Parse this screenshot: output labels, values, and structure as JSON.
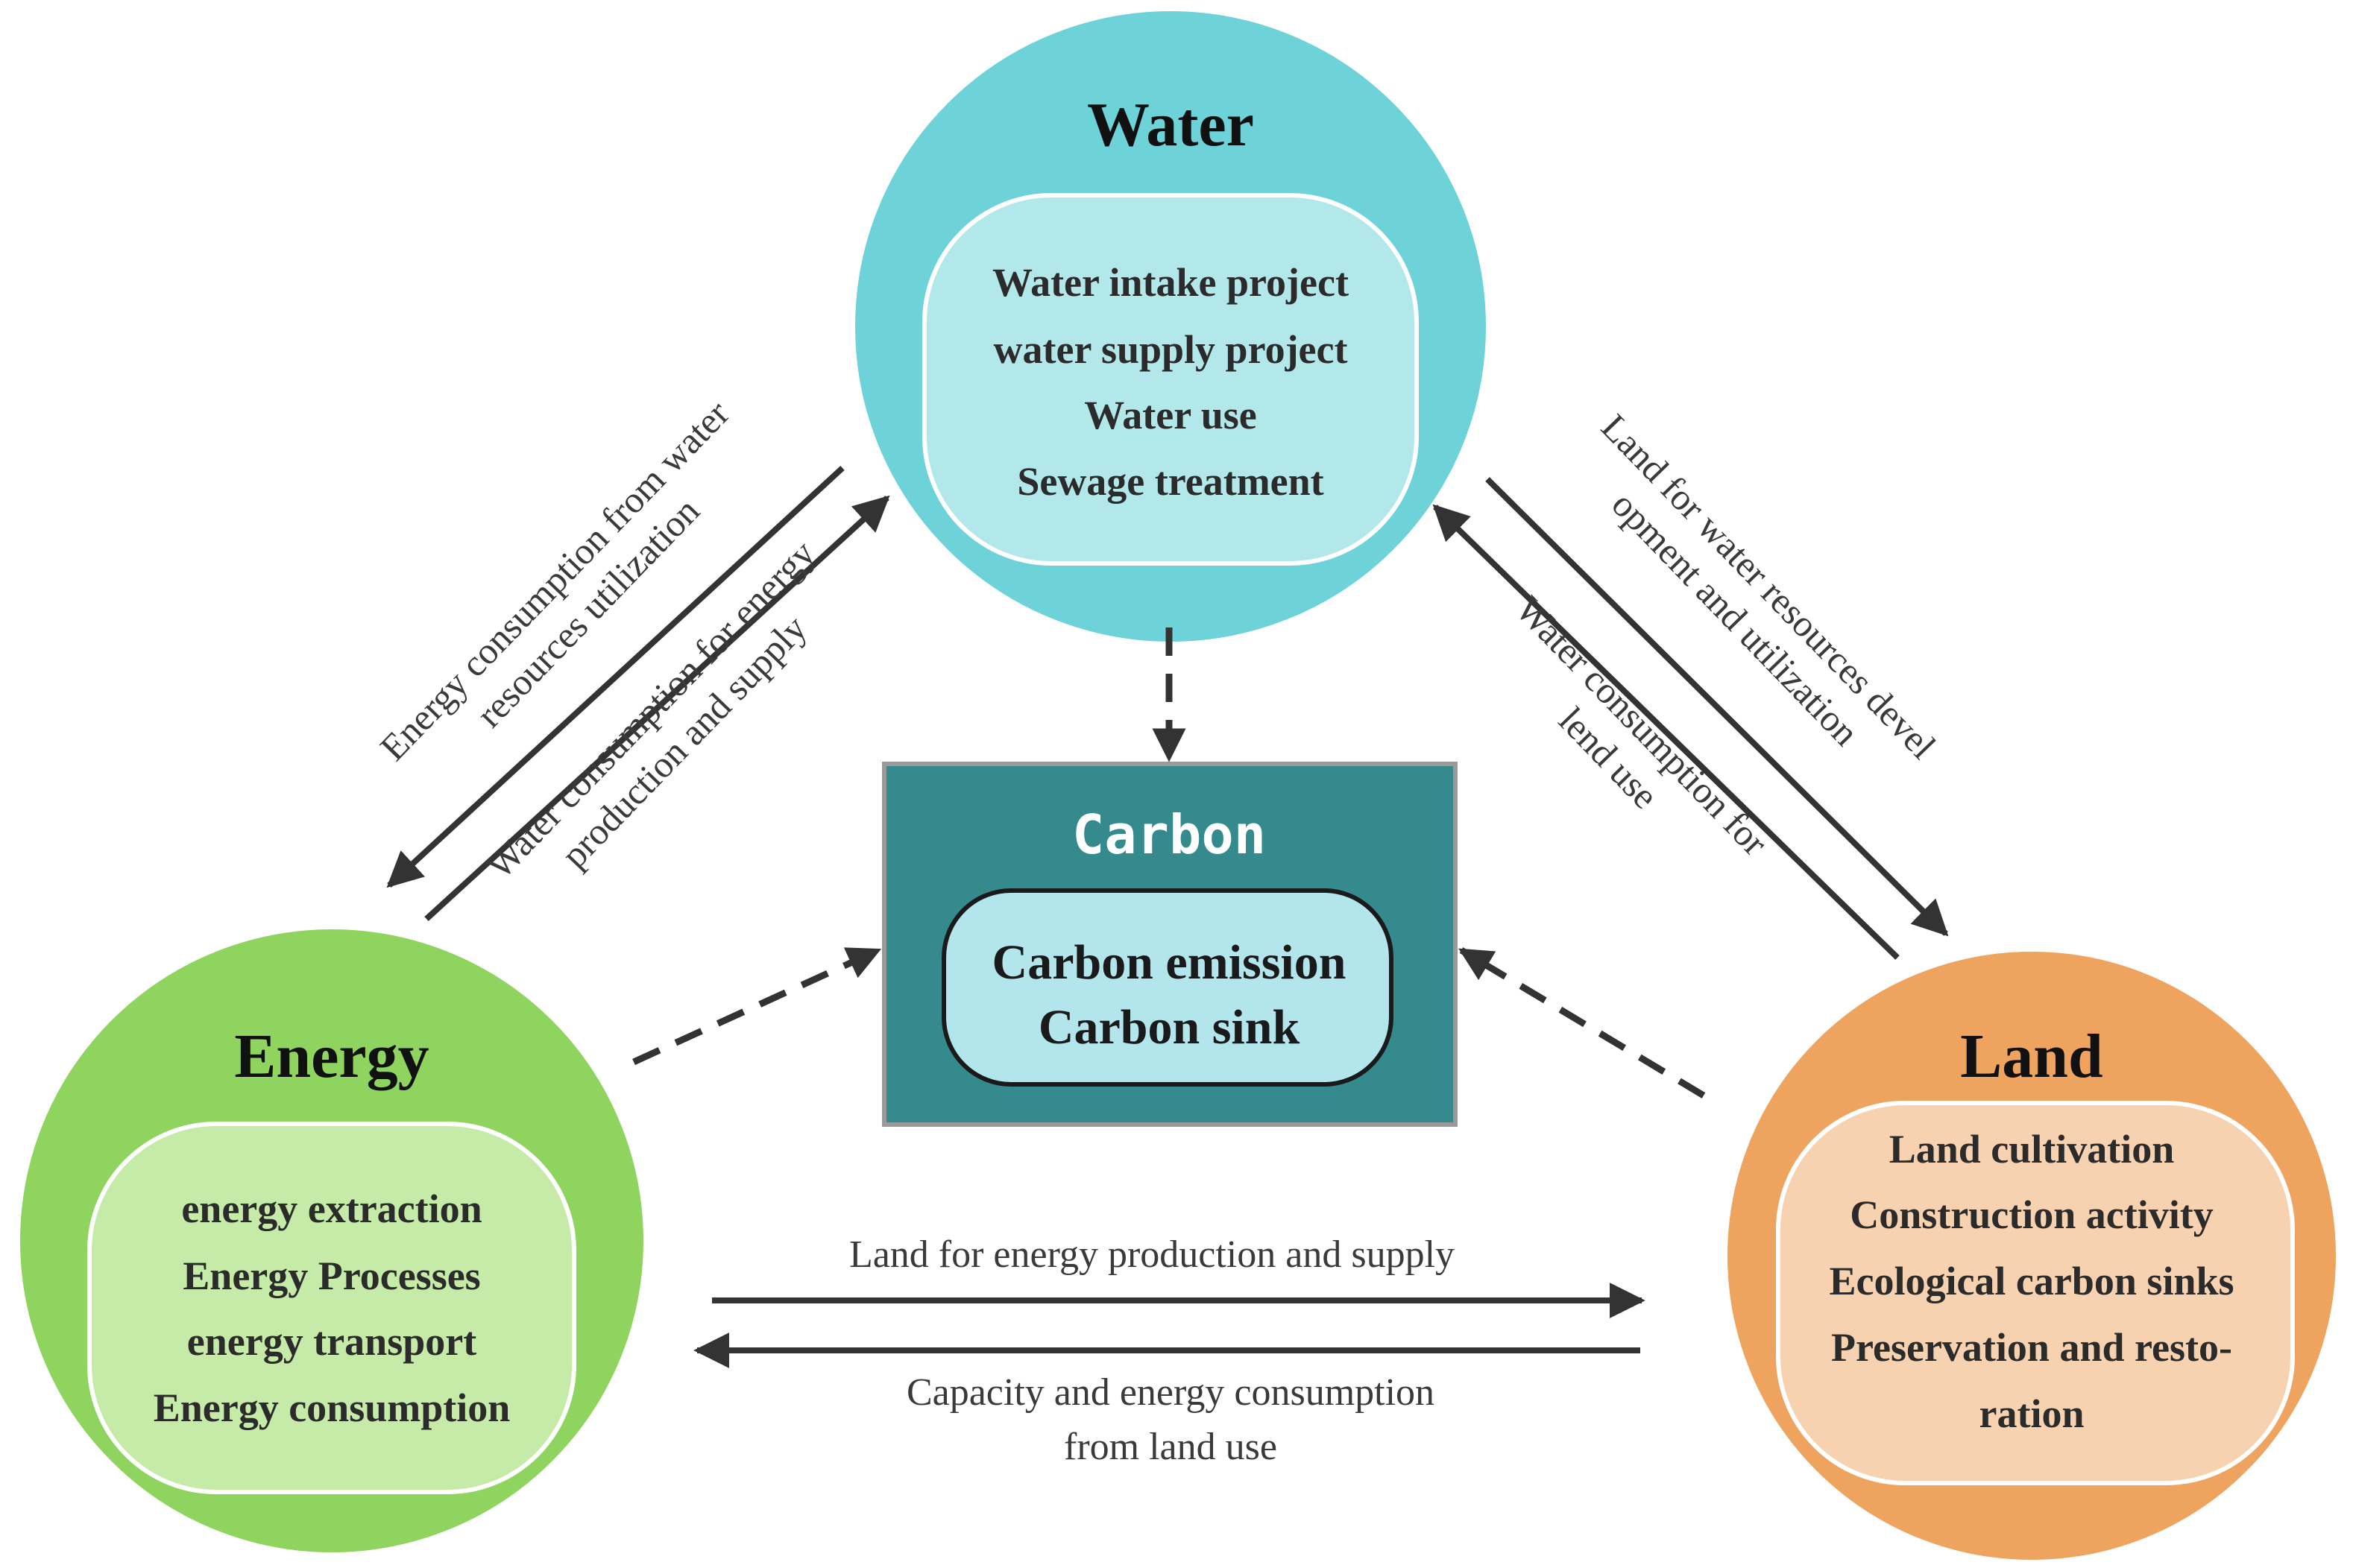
{
  "colors": {
    "water_outer": "#6dd3d9",
    "water_inner": "#b3e8ea",
    "energy_outer": "#8fd45f",
    "energy_inner": "#c6eaa8",
    "land_outer": "#eea35f",
    "land_inner": "#f6d2b0",
    "carbon_box": "#358a8e",
    "carbon_inner": "#b3e6ec",
    "arrow": "#333333"
  },
  "water": {
    "title": "Water",
    "items": [
      "Water intake project",
      "water supply project",
      "Water use",
      "Sewage treatment"
    ]
  },
  "energy": {
    "title": "Energy",
    "items": [
      "energy extraction",
      "Energy Processes",
      "energy transport",
      "Energy consumption"
    ]
  },
  "land": {
    "title": "Land",
    "items": [
      "Land cultivation",
      "Construction activity",
      "Ecological carbon sinks",
      "Preservation and resto-",
      "ration"
    ]
  },
  "carbon": {
    "title": "Carbon",
    "items": [
      "Carbon emission",
      "Carbon sink"
    ]
  },
  "flows": {
    "water_to_energy": [
      "Energy consumption from water",
      "resources utilization"
    ],
    "energy_to_water": [
      "Water consumption for energy",
      "production and supply"
    ],
    "water_to_land": [
      "Land for water resources devel",
      "opment and utilization"
    ],
    "land_to_water": [
      "Water consumption for",
      "lend use"
    ],
    "energy_to_land": [
      "Land for energy production and supply"
    ],
    "land_to_energy": [
      "Capacity and energy consumption",
      "from land use"
    ]
  }
}
